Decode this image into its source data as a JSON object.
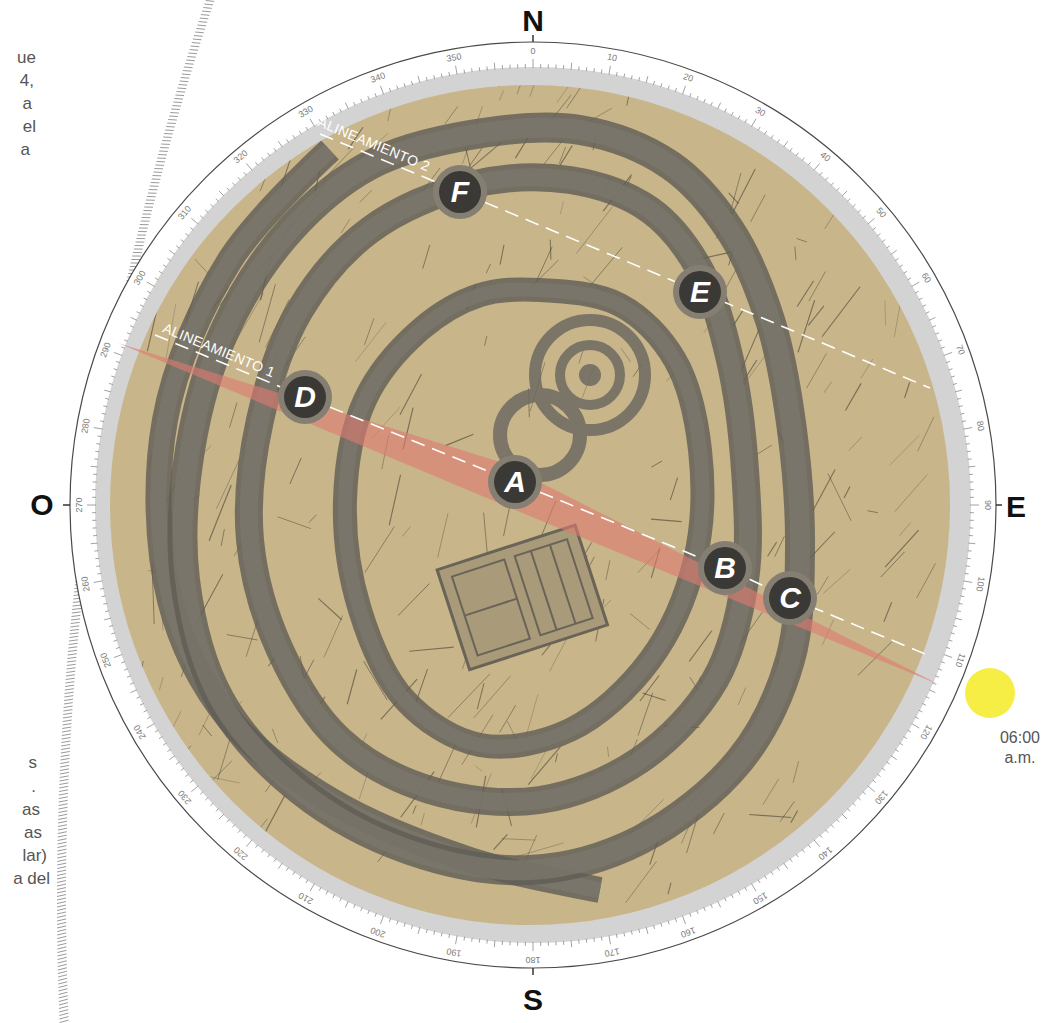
{
  "diagram": {
    "nodes": [
      {
        "text": [
          "F"
        ]
      },
      {
        "text": [
          "E"
        ]
      },
      {
        "text": [
          "D"
        ]
      },
      {
        "text": [
          "A"
        ]
      },
      {
        "text": [
          "B"
        ]
      },
      {
        "text": [
          "C"
        ]
      }
    ],
    "edges": [
      {
        "from": 2,
        "to": 3,
        "arrow": "none"
      },
      {
        "from": 3,
        "to": 4,
        "arrow": "none"
      },
      {
        "from": 4,
        "to": 5,
        "arrow": "none"
      },
      {
        "from": 0,
        "to": 1,
        "arrow": "none"
      }
    ],
    "labels": [
      "N",
      "O",
      "E",
      "S",
      "0",
      "10",
      "20",
      "30",
      "40",
      "50",
      "60",
      "70",
      "80",
      "90",
      "100",
      "110",
      "120",
      "130",
      "140",
      "150",
      "160",
      "170",
      "180",
      "190",
      "200",
      "210",
      "220",
      "230",
      "240",
      "250",
      "260",
      "270",
      "280",
      "290",
      "300",
      "310",
      "320",
      "330",
      "340",
      "350",
      "ALINEAMIENTO 2",
      "ALINEAMIENTO 1",
      "06:00 a.m.",
      "ue",
      "4,",
      "a",
      "el",
      "a",
      "s",
      ".",
      "as",
      "as",
      "lar)",
      "a del"
    ]
  }
}
